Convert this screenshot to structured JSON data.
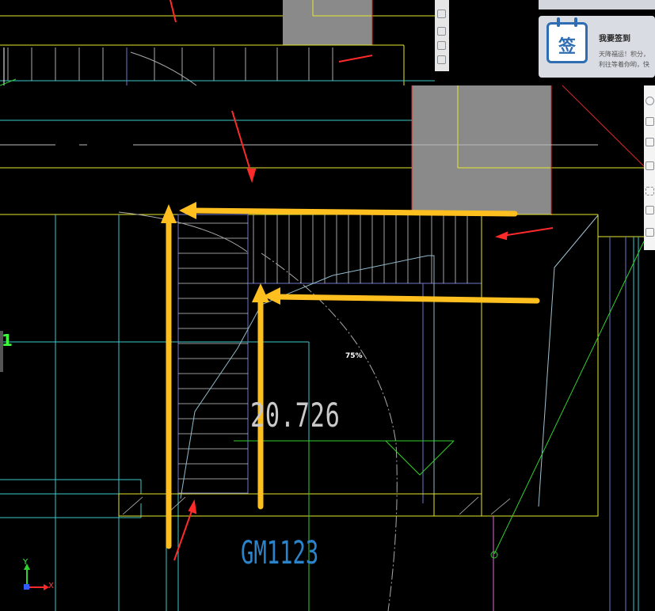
{
  "checkin_card": {
    "title": "我要签到",
    "desc_line1": "天降福运！积分，",
    "desc_line2": "利往等着你哟，快",
    "icon_glyph": "签"
  },
  "drawing": {
    "zoom_label": "75%",
    "elevation_label": "20.726",
    "door_label": "GM1123",
    "left_marker": "1",
    "axis_y": "Y",
    "axis_x": "X"
  },
  "colors": {
    "background": "#000000",
    "cad_yellow": "#e6e62e",
    "cad_cyan": "#3ec7c7",
    "cad_green": "#2fd12f",
    "cad_blue": "#6f78c8",
    "annotation_orange": "#ffbf1f",
    "annotation_red": "#ff2a2a",
    "overlay_gray": "#8a8a8a"
  }
}
